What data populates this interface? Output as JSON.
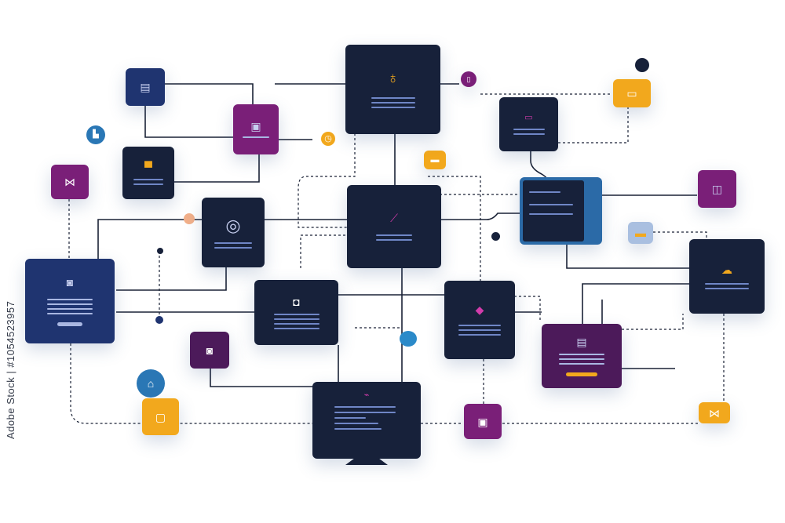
{
  "watermark": {
    "text": "Adobe Stock | #1054523957"
  },
  "colors": {
    "dark_panel": "#17213a",
    "navy": "#1f3470",
    "purple": "#7a1f78",
    "deep_violet": "#4c1a5a",
    "yellow": "#f2a81d",
    "blue": "#2b6aa7",
    "connector": "#1a2236",
    "accent_line": "#6f86c6"
  },
  "nodes": [
    {
      "name": "bulb-hub-panel",
      "icon": "lightbulb-icon"
    },
    {
      "name": "central-chart-panel",
      "icon": "chart-icon"
    },
    {
      "name": "monitor-panel",
      "icon": "code-icon"
    },
    {
      "name": "navy-document-panel",
      "icon": "camera-icon"
    },
    {
      "name": "violet-document-panel",
      "icon": "document-icon"
    }
  ]
}
